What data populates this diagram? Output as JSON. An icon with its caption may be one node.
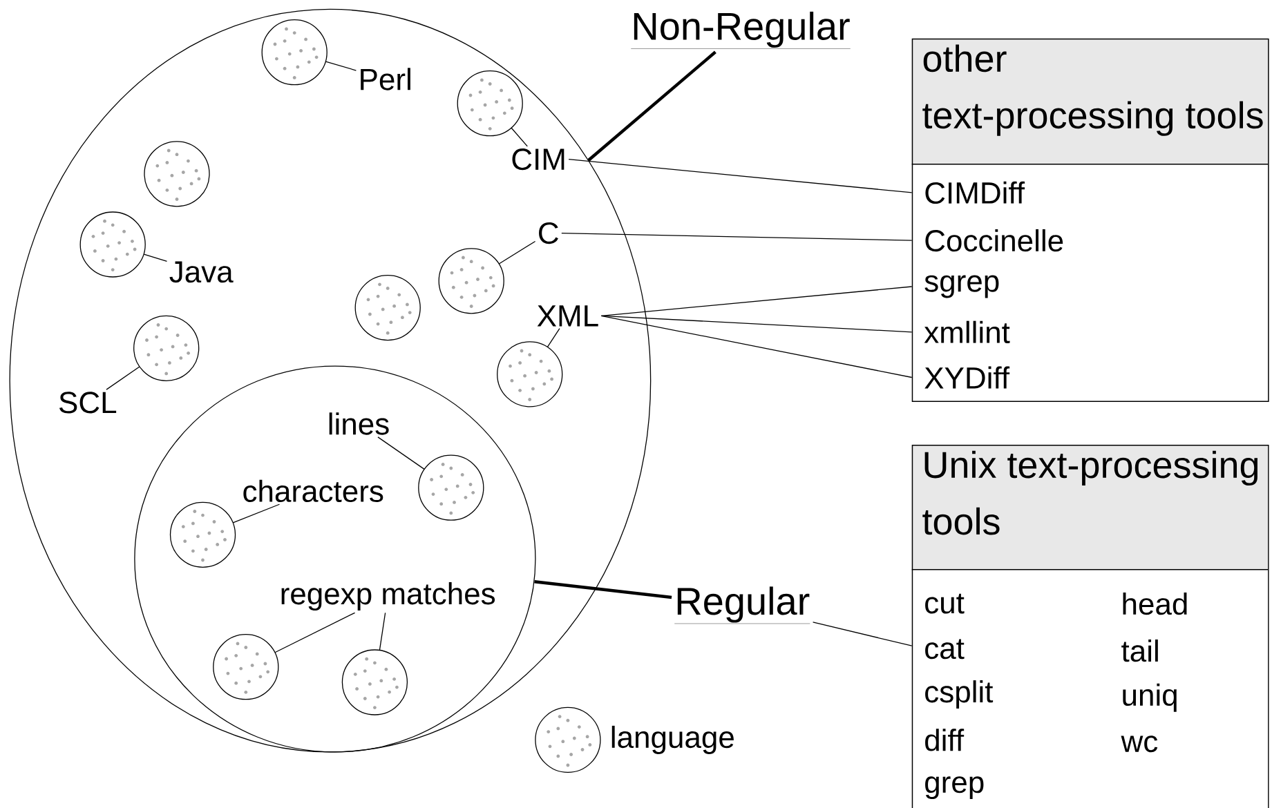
{
  "diagram": {
    "nodes": [
      {
        "text": [],
        "shape": "circle"
      },
      {
        "text": [],
        "shape": "circle",
        "in": 0
      },
      {
        "text": [
          "Non-Regular"
        ]
      },
      {
        "text": [
          "Regular"
        ]
      },
      {
        "text": [],
        "shape": "circle",
        "in": 0
      },
      {
        "text": [
          "Perl"
        ],
        "in": 0
      },
      {
        "text": [],
        "shape": "circle",
        "in": 0
      },
      {
        "text": [],
        "shape": "circle",
        "in": 0
      },
      {
        "text": [
          "CIM"
        ],
        "in": 0
      },
      {
        "text": [],
        "shape": "circle",
        "in": 0
      },
      {
        "text": [
          "Java"
        ],
        "in": 0
      },
      {
        "text": [],
        "shape": "circle",
        "in": 0
      },
      {
        "text": [
          "C"
        ],
        "in": 0
      },
      {
        "text": [],
        "shape": "circle",
        "in": 0
      },
      {
        "text": [
          "XML"
        ],
        "in": 0
      },
      {
        "text": [],
        "shape": "circle",
        "in": 0
      },
      {
        "text": [],
        "shape": "circle",
        "in": 0
      },
      {
        "text": [
          "SCL"
        ],
        "in": 0
      },
      {
        "text": [
          "lines"
        ],
        "in": 1
      },
      {
        "text": [],
        "shape": "circle",
        "in": 1
      },
      {
        "text": [
          "characters"
        ],
        "in": 1
      },
      {
        "text": [],
        "shape": "circle",
        "in": 1
      },
      {
        "text": [
          "regexp matches"
        ],
        "in": 1
      },
      {
        "text": [],
        "shape": "circle",
        "in": 1
      },
      {
        "text": [],
        "shape": "circle",
        "in": 1
      },
      {
        "text": [
          "other text-processing tools"
        ]
      },
      {
        "text": [
          "CIMDiff"
        ],
        "in": 25
      },
      {
        "text": [
          "Coccinelle"
        ],
        "in": 25
      },
      {
        "text": [
          "sgrep"
        ],
        "in": 25
      },
      {
        "text": [
          "xmllint"
        ],
        "in": 25
      },
      {
        "text": [
          "XYDiff"
        ],
        "in": 25
      },
      {
        "text": [
          "Unix text-processing tools"
        ]
      },
      {
        "text": [
          "cut"
        ],
        "in": 31
      },
      {
        "text": [
          "cat"
        ],
        "in": 31
      },
      {
        "text": [
          "csplit"
        ],
        "in": 31
      },
      {
        "text": [
          "diff"
        ],
        "in": 31
      },
      {
        "text": [
          "grep"
        ],
        "in": 31
      },
      {
        "text": [
          "head"
        ],
        "in": 31
      },
      {
        "text": [
          "tail"
        ],
        "in": 31
      },
      {
        "text": [
          "uniq"
        ],
        "in": 31
      },
      {
        "text": [
          "wc"
        ],
        "in": 31
      }
    ],
    "edges": [
      {
        "from": 2,
        "to": 0,
        "arrow": "none",
        "style": "thick"
      },
      {
        "from": 3,
        "to": 1,
        "arrow": "none",
        "style": "thick"
      },
      {
        "from": 5,
        "to": 4,
        "arrow": "none"
      },
      {
        "from": 8,
        "to": 7,
        "arrow": "none"
      },
      {
        "from": 10,
        "to": 9,
        "arrow": "none"
      },
      {
        "from": 12,
        "to": 13,
        "arrow": "none"
      },
      {
        "from": 14,
        "to": 15,
        "arrow": "none"
      },
      {
        "from": 17,
        "to": 16,
        "arrow": "none"
      },
      {
        "from": 18,
        "to": 19,
        "arrow": "none"
      },
      {
        "from": 20,
        "to": 21,
        "arrow": "none"
      },
      {
        "from": 22,
        "to": 23,
        "arrow": "none"
      },
      {
        "from": 22,
        "to": 24,
        "arrow": "none"
      },
      {
        "from": 8,
        "to": 26,
        "arrow": "none"
      },
      {
        "from": 12,
        "to": 27,
        "arrow": "none"
      },
      {
        "from": 14,
        "to": 28,
        "arrow": "none"
      },
      {
        "from": 14,
        "to": 29,
        "arrow": "none"
      },
      {
        "from": 14,
        "to": 30,
        "arrow": "none"
      },
      {
        "from": 3,
        "to": 31,
        "arrow": "none"
      }
    ],
    "legend": [
      {
        "text": "language"
      }
    ]
  }
}
